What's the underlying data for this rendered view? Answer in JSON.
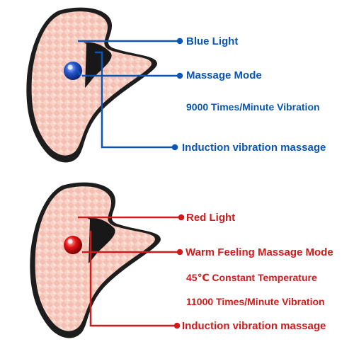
{
  "colors": {
    "blue_accent": "#0a55b5",
    "red_accent": "#cf1b1b",
    "device_body": "#f3c0b3",
    "device_frame": "#1d1d1d",
    "blue_light": "#1f53c9",
    "red_light": "#e31414"
  },
  "top_device": {
    "light_icon": "blue-led-icon",
    "labels": {
      "light": "Blue Light",
      "mode": "Massage Mode",
      "vibration": "9000 Times/Minute Vibration",
      "induction": "Induction vibration massage"
    }
  },
  "bottom_device": {
    "light_icon": "red-led-icon",
    "labels": {
      "light": "Red Light",
      "mode": "Warm Feeling Massage Mode",
      "temperature": "45℃ Constant Temperature",
      "vibration": "11000 Times/Minute Vibration",
      "induction": "Induction vibration massage"
    }
  }
}
